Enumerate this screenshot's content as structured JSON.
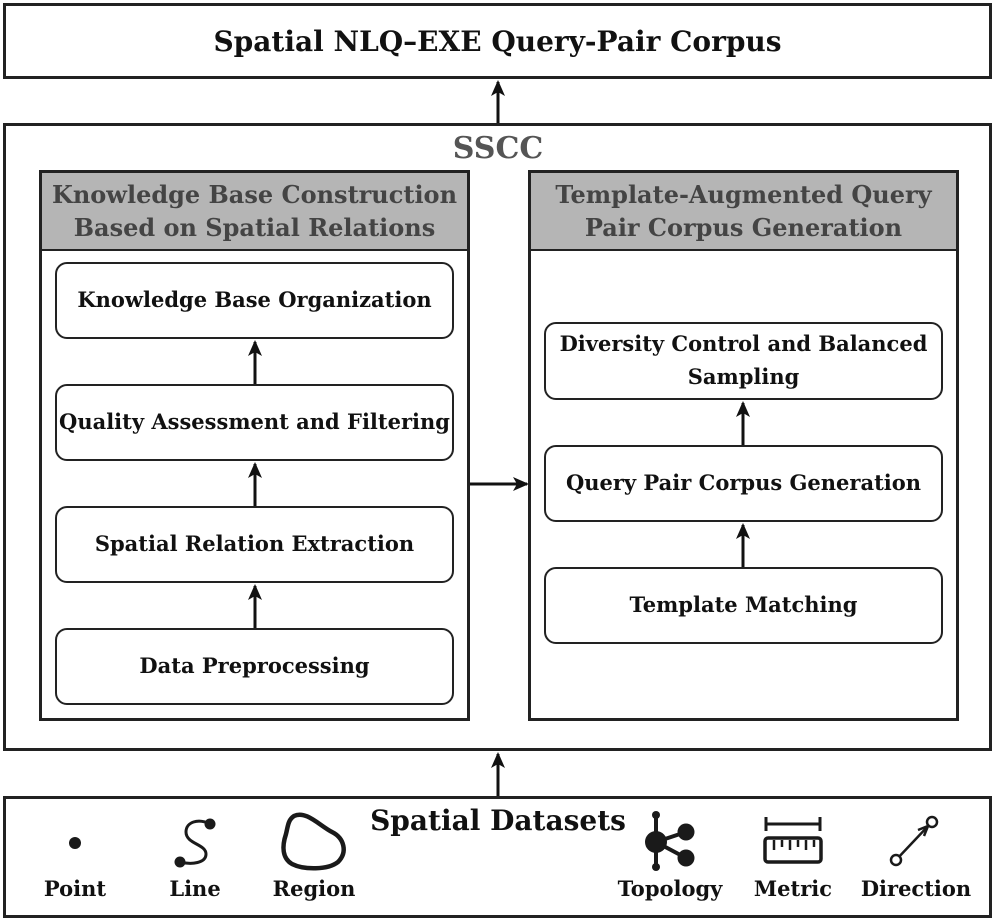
{
  "top_box": {
    "title": "Spatial NLQ–EXE Query-Pair Corpus"
  },
  "framework": {
    "label": "SSCC"
  },
  "left_panel": {
    "title_line1": "Knowledge Base Construction",
    "title_line2": "Based on Spatial Relations",
    "steps": [
      {
        "label": "Knowledge Base Organization"
      },
      {
        "label": "Quality Assessment and Filtering"
      },
      {
        "label": "Spatial Relation Extraction"
      },
      {
        "label": "Data Preprocessing"
      }
    ]
  },
  "right_panel": {
    "title_line1": "Template-Augmented Query",
    "title_line2": "Pair Corpus Generation",
    "steps": [
      {
        "label_line1": "Diversity Control and Balanced",
        "label_line2": "Sampling"
      },
      {
        "label": "Query Pair Corpus Generation"
      },
      {
        "label": "Template Matching"
      }
    ]
  },
  "datasets": {
    "title": "Spatial Datasets",
    "geometry_types": [
      {
        "label": "Point",
        "icon": "point-icon"
      },
      {
        "label": "Line",
        "icon": "line-icon"
      },
      {
        "label": "Region",
        "icon": "region-icon"
      }
    ],
    "relation_types": [
      {
        "label": "Topology",
        "icon": "topology-icon"
      },
      {
        "label": "Metric",
        "icon": "metric-icon"
      },
      {
        "label": "Direction",
        "icon": "direction-icon"
      }
    ]
  }
}
